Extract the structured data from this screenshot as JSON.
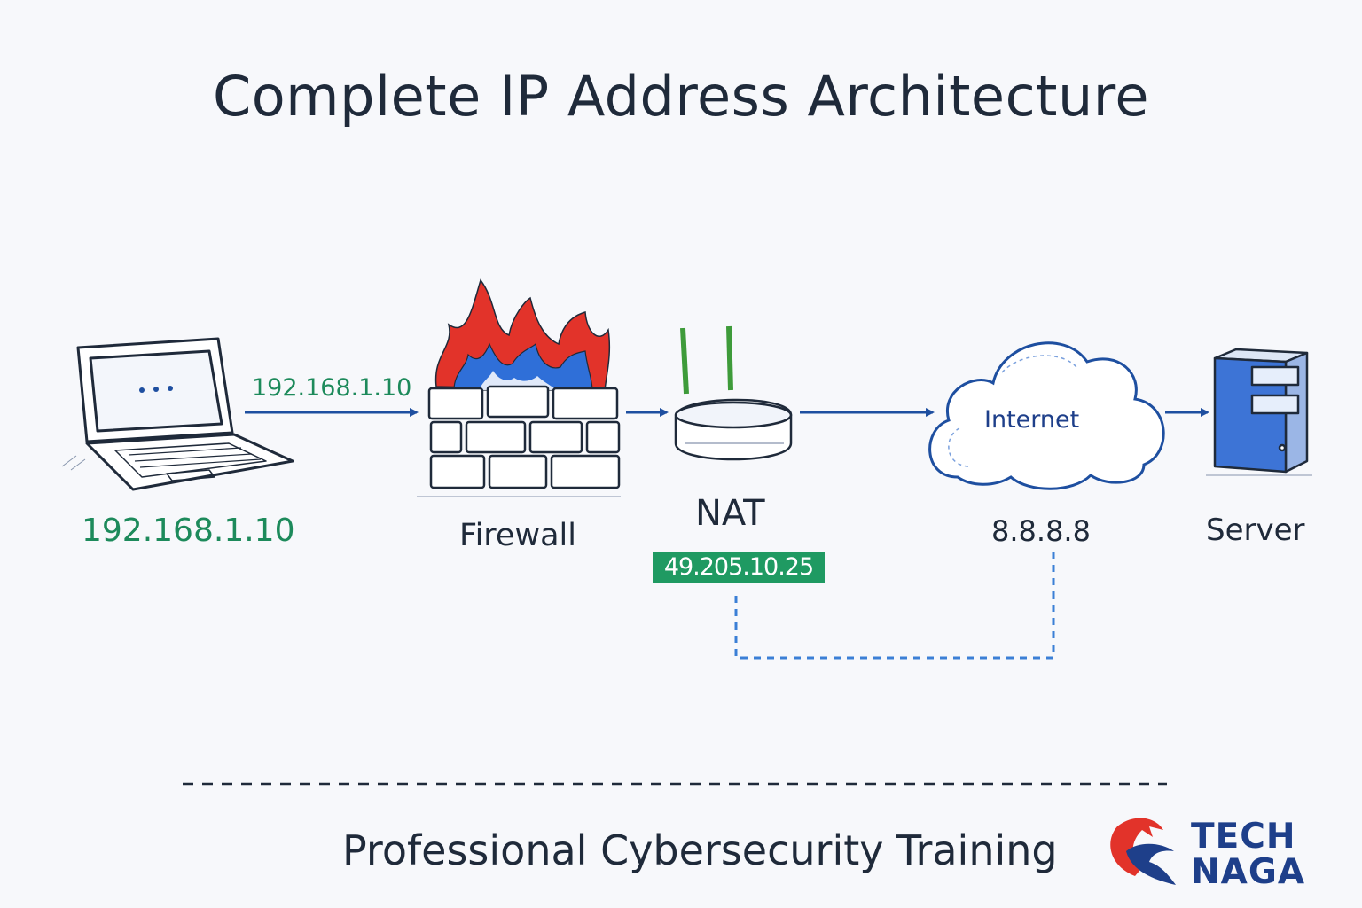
{
  "title": "Complete IP Address Architecture",
  "nodes": {
    "laptop": {
      "label": "192.168.1.10",
      "link_label": "192.168.1.10"
    },
    "firewall": {
      "label": "Firewall"
    },
    "nat": {
      "label": "NAT",
      "public_ip": "49.205.10.25"
    },
    "internet": {
      "cloud_label": "Internet",
      "ip": "8.8.8.8"
    },
    "server": {
      "label": "Server"
    }
  },
  "footer": {
    "tagline": "Professional Cybersecurity Training",
    "brand_line1": "TECH",
    "brand_line2": "NAGA"
  },
  "colors": {
    "arrow": "#1e4fa0",
    "private_ip": "#1d8a5b",
    "badge": "#1f9a62",
    "flame_red": "#e2332a",
    "flame_blue": "#2f6fd8"
  }
}
